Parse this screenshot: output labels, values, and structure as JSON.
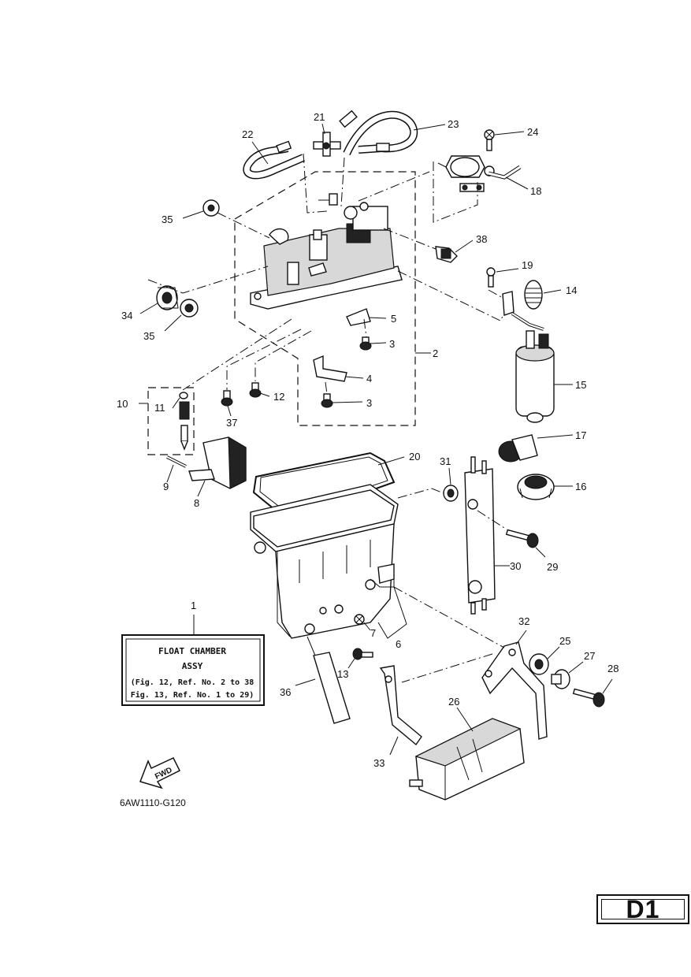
{
  "labels": {
    "p1": "1",
    "p2": "2",
    "p3a": "3",
    "p3b": "3",
    "p4": "4",
    "p5": "5",
    "p6": "6",
    "p7": "7",
    "p8": "8",
    "p9": "9",
    "p10": "10",
    "p11": "11",
    "p12": "12",
    "p13": "13",
    "p14": "14",
    "p15": "15",
    "p16": "16",
    "p17": "17",
    "p18": "18",
    "p19": "19",
    "p20": "20",
    "p21": "21",
    "p22": "22",
    "p23": "23",
    "p24": "24",
    "p25": "25",
    "p26": "26",
    "p27": "27",
    "p28": "28",
    "p29": "29",
    "p30": "30",
    "p31": "31",
    "p32": "32",
    "p33": "33",
    "p34": "34",
    "p35a": "35",
    "p35b": "35",
    "p36": "36",
    "p37": "37",
    "p38": "38"
  },
  "assy_box": {
    "title_line1": "FLOAT CHAMBER",
    "title_line2": "ASSY",
    "note_line1": "(Fig. 12, Ref. No. 2 to 38",
    "note_line2": "Fig. 13, Ref. No. 1 to 29)"
  },
  "fwd_arrow": "FWD",
  "drawing_code": "6AW1110-G120",
  "page_badge": "D1"
}
